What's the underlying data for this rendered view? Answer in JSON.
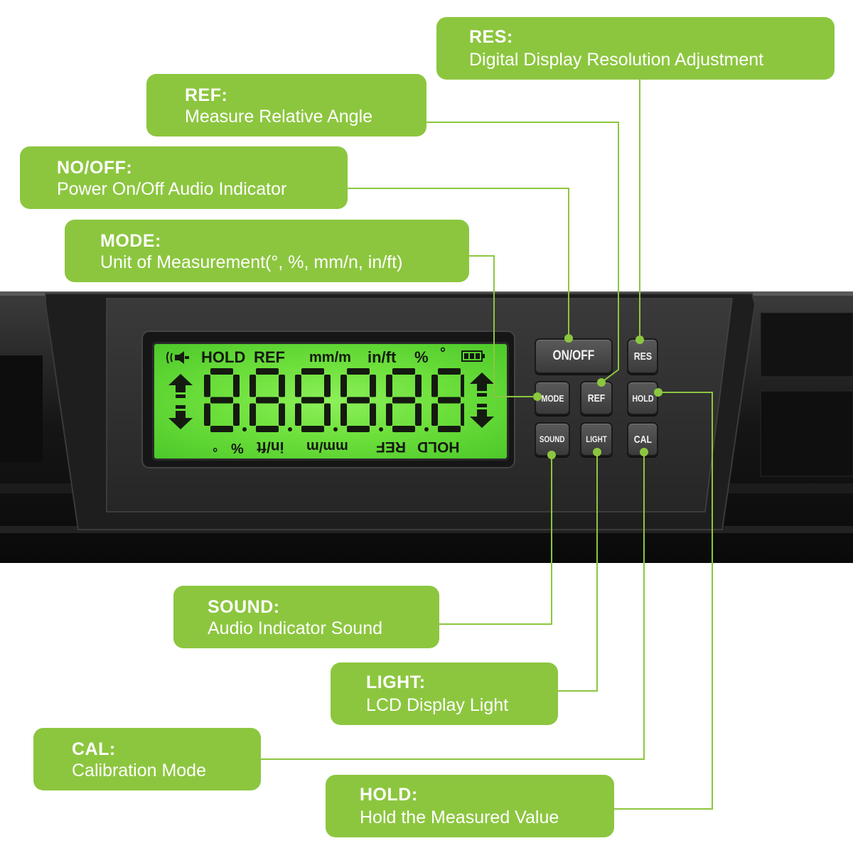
{
  "callouts": {
    "res": {
      "title": "RES:",
      "desc": "Digital Display Resolution Adjustment"
    },
    "ref": {
      "title": "REF:",
      "desc": "Measure Relative Angle"
    },
    "onoff": {
      "title": "NO/OFF:",
      "desc": "Power On/Off Audio Indicator"
    },
    "mode": {
      "title": "MODE:",
      "desc": "Unit of Measurement(°, %, mm/n, in/ft)"
    },
    "sound": {
      "title": "SOUND:",
      "desc": "Audio Indicator Sound"
    },
    "light": {
      "title": "LIGHT:",
      "desc": "LCD Display Light"
    },
    "cal": {
      "title": "CAL:",
      "desc": "Calibration Mode"
    },
    "hold": {
      "title": "HOLD:",
      "desc": "Hold the Measured Value"
    }
  },
  "buttons": {
    "onoff": "ON/OFF",
    "res": "RES",
    "mode": "MODE",
    "ref": "REF",
    "hold": "HOLD",
    "sound": "SOUND",
    "light": "LIGHT",
    "cal": "CAL"
  },
  "lcd": {
    "top": {
      "hold": "HOLD",
      "ref": "REF",
      "mmm": "mm/m",
      "inft": "in/ft",
      "pct": "%",
      "deg": "°"
    },
    "bottom": {
      "deg": "°",
      "pct": "%",
      "inft": "in/ft",
      "mmm": "mm/m",
      "ref": "REF",
      "hold": "HOLD"
    },
    "digits": "888888"
  },
  "colors": {
    "callout_bg": "#8cc63f",
    "leader": "#8cc63f",
    "lcd_green": "#6ee03c",
    "device_body": "#2b2b2b"
  },
  "icons": [
    "speaker-icon",
    "battery-icon",
    "arrow-up-icon",
    "arrow-down-icon"
  ]
}
